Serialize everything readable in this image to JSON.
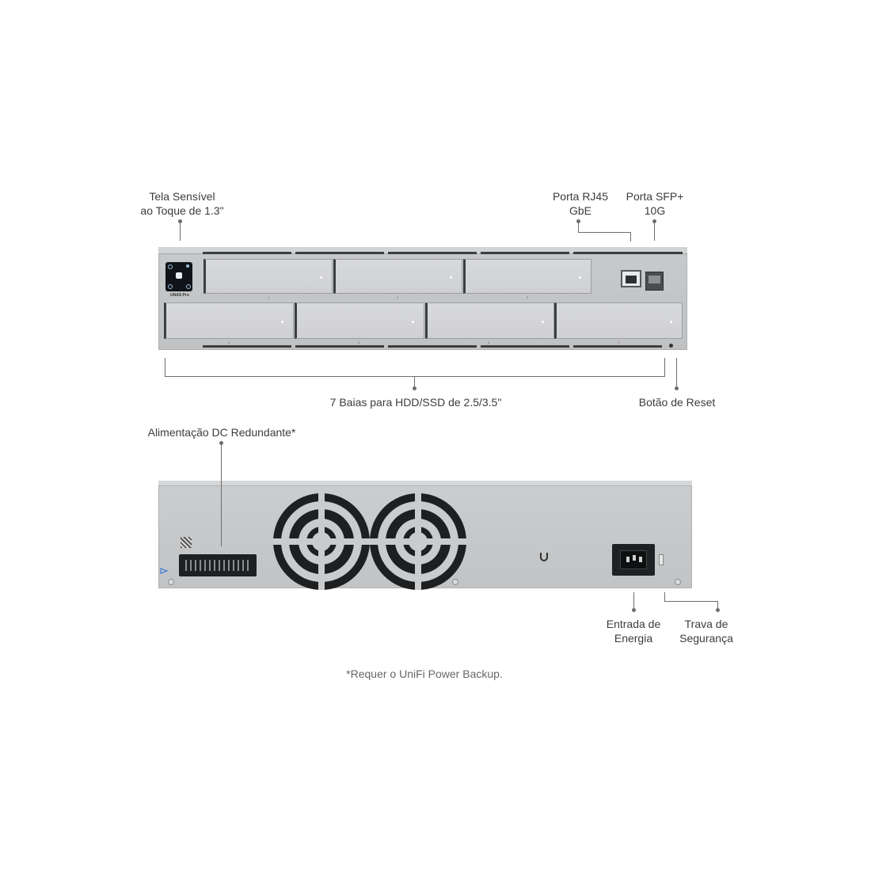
{
  "labels": {
    "touchscreen_1": "Tela Sensível",
    "touchscreen_2": "ao Toque de 1.3\"",
    "rj45_1": "Porta RJ45",
    "rj45_2": "GbE",
    "sfp_1": "Porta SFP+",
    "sfp_2": "10G",
    "bays": "7 Baias para HDD/SSD de 2.5/3.5\"",
    "reset": "Botão de Reset",
    "dc_power": "Alimentação DC Redundante*",
    "power_1": "Entrada de",
    "power_2": "Energia",
    "lock_1": "Trava de",
    "lock_2": "Segurança"
  },
  "footnote": "*Requer o UniFi Power Backup.",
  "device": {
    "model": "UNAS Pro",
    "bay_numbers": [
      "1",
      "2",
      "3",
      "4",
      "5",
      "6",
      "7"
    ]
  },
  "icons": [
    "touchscreen-icon",
    "rj45-port-icon",
    "sfp-port-icon",
    "fan-icon",
    "power-inlet-icon",
    "dc-port-icon",
    "reset-button-icon",
    "lock-slot-icon",
    "ubiquiti-logo-icon"
  ],
  "colors": {
    "chassis": "#c4c6c8",
    "bay_accent": "#3b3d3f",
    "leader_line": "#6d6d6d"
  }
}
